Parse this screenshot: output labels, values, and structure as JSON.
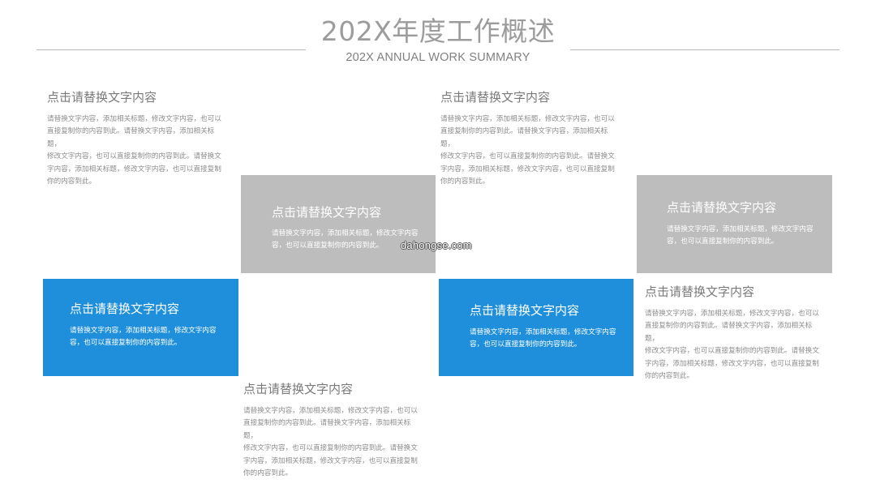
{
  "header": {
    "title": "202X年度工作概述",
    "subtitle": "202X ANNUAL WORK SUMMARY"
  },
  "colors": {
    "accent_blue": "#1f8fdc",
    "box_gray": "#bdbdbd",
    "rule": "#b8b8b8"
  },
  "blocks": [
    {
      "heading": "点击请替换文字内容",
      "lines": [
        "请替换文字内容，添加相关标题，修改文字内容，也可以",
        "直接复制你的内容到此。请替换文字内容，添加相关标题，",
        "修改文字内容，也可以直接复制你的内容到此。请替换文",
        "字内容，添加相关标题，修改文字内容，也可以直接复制",
        "你的内容到此。"
      ]
    },
    {
      "heading": "点击请替换文字内容",
      "lines": [
        "请替换文字内容，添加相关标题，修改文字内容，也可以",
        "直接复制你的内容到此。请替换文字内容，添加相关标题，",
        "修改文字内容，也可以直接复制你的内容到此。请替换文",
        "字内容，添加相关标题，修改文字内容，也可以直接复制",
        "你的内容到此。"
      ]
    },
    {
      "heading": "点击请替换文字内容",
      "lines": [
        "请替换文字内容，添加相关标题，修改文字内容，也可以",
        "直接复制你的内容到此。请替换文字内容，添加相关标题，",
        "修改文字内容，也可以直接复制你的内容到此。请替换文",
        "字内容，添加相关标题，修改文字内容，也可以直接复制",
        "你的内容到此。"
      ]
    },
    {
      "heading": "点击请替换文字内容",
      "lines": [
        "请替换文字内容，添加相关标题，修改文字内容，也可以",
        "直接复制你的内容到此。请替换文字内容，添加相关标题，",
        "修改文字内容，也可以直接复制你的内容到此。请替换文",
        "字内容，添加相关标题，修改文字内容，也可以直接复制",
        "你的内容到此。"
      ]
    }
  ],
  "boxes": [
    {
      "heading": "点击请替换文字内容",
      "lines": [
        "请替换文字内容，添加相关标题，修改文字内容",
        "容，也可以直接复制你的内容到此。"
      ]
    },
    {
      "heading": "点击请替换文字内容",
      "lines": [
        "请替换文字内容，添加相关标题，修改文字内容",
        "容，也可以直接复制你的内容到此。"
      ]
    },
    {
      "heading": "点击请替换文字内容",
      "lines": [
        "请替换文字内容，添加相关标题，修改文字内容",
        "容，也可以直接复制你的内容到此。"
      ]
    },
    {
      "heading": "点击请替换文字内容",
      "lines": [
        "请替换文字内容，添加相关标题，修改文字内容",
        "容，也可以直接复制你的内容到此。"
      ]
    }
  ],
  "watermark": "dahongse.com"
}
